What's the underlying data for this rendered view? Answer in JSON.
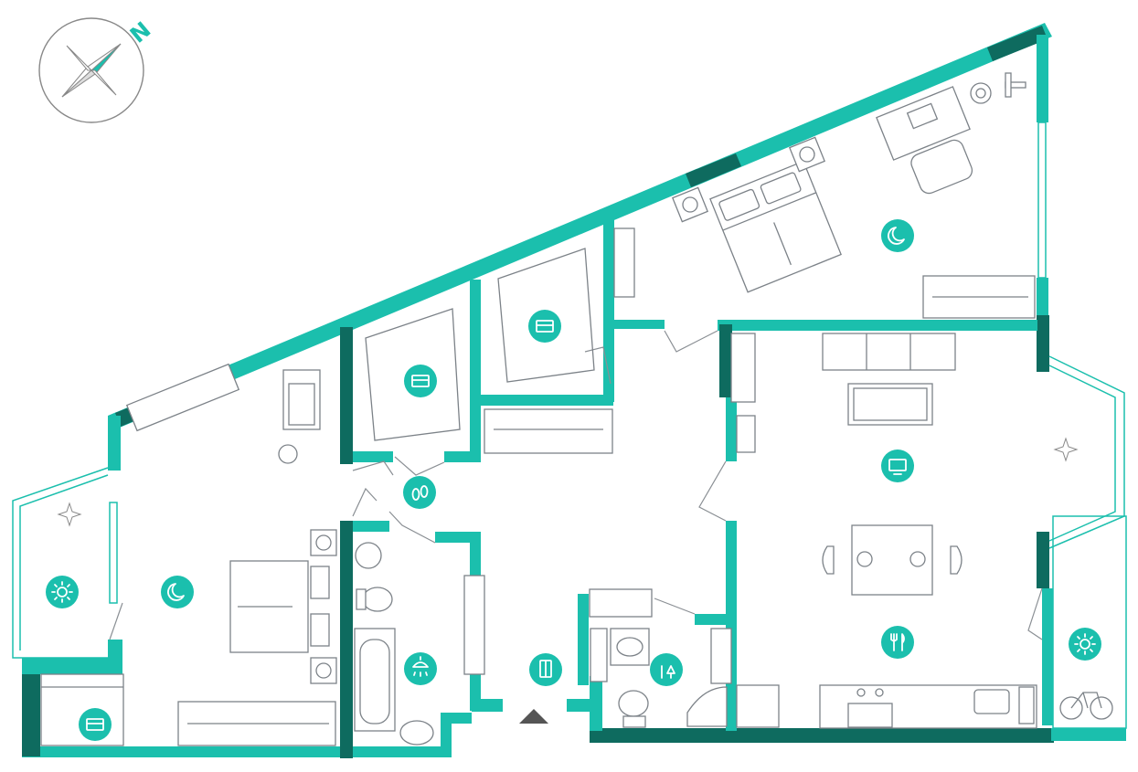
{
  "colors": {
    "wall": "#1bbfad",
    "wall_dark": "#0e6b5f",
    "accent": "#1bbfad",
    "line": "#7c8288",
    "compass": "#888888"
  },
  "compass": {
    "letter": "N",
    "icon": "compass-rose-icon"
  },
  "rooms": [
    {
      "id": "master-bedroom",
      "icon": "bedroom-moon-stars-icon"
    },
    {
      "id": "bedroom-2",
      "icon": "bedroom-moon-stars-icon"
    },
    {
      "id": "walk-in-closet-1",
      "icon": "storage-box-icon"
    },
    {
      "id": "walk-in-closet-2",
      "icon": "storage-box-icon"
    },
    {
      "id": "closet-3",
      "icon": "storage-box-icon"
    },
    {
      "id": "hallway",
      "icon": "slippers-icon"
    },
    {
      "id": "bathroom",
      "icon": "shower-icon"
    },
    {
      "id": "restroom",
      "icon": "male-female-icon"
    },
    {
      "id": "living-room",
      "icon": "tv-icon"
    },
    {
      "id": "kitchen-dining",
      "icon": "fork-knife-icon"
    },
    {
      "id": "loggia-west",
      "icon": "sun-icon"
    },
    {
      "id": "loggia-east",
      "icon": "sun-icon"
    },
    {
      "id": "entry-storage",
      "icon": "wardrobe-icon"
    }
  ],
  "entrance": {
    "icon": "entrance-arrow-icon"
  }
}
